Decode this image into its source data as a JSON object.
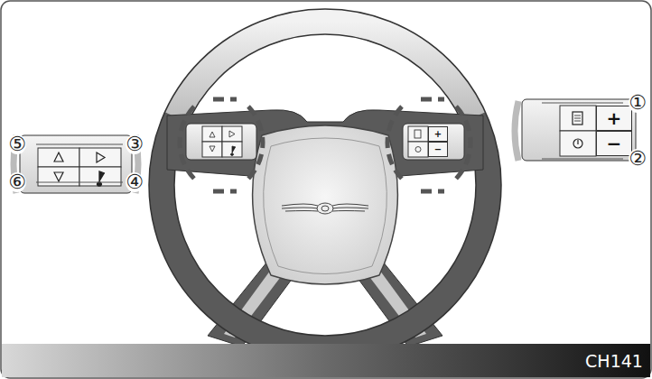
{
  "diagram": {
    "nodes": [
      {
        "text": [
          "+"
        ]
      },
      {
        "text": [
          "−"
        ]
      },
      {
        "text": [
          "+"
        ]
      },
      {
        "text": [
          "−"
        ]
      }
    ],
    "labels": [
      "⑤",
      "③",
      "①",
      "⑥",
      "④",
      "②",
      "CH141"
    ]
  }
}
